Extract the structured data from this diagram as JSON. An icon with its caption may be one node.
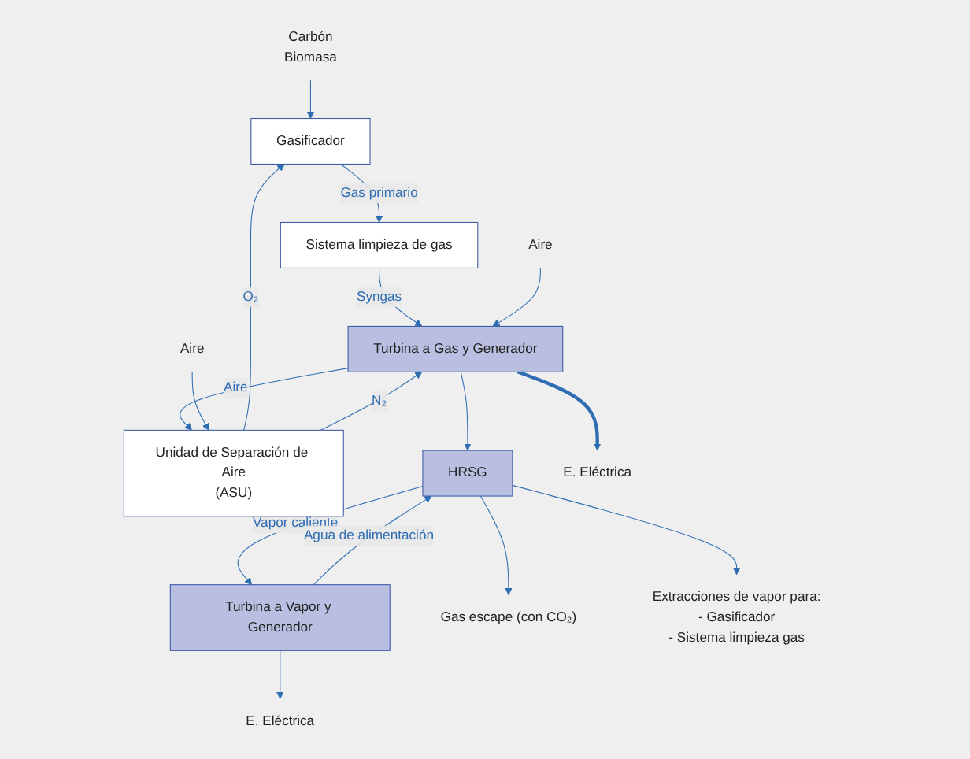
{
  "diagram": {
    "nodes": [
      {
        "text": [
          "Carbón",
          "Biomasa"
        ]
      },
      {
        "text": [
          "Gasificador"
        ]
      },
      {
        "text": [
          "Sistema limpieza de gas"
        ]
      },
      {
        "text": [
          "Turbina a Vapor y Generador"
        ]
      },
      {
        "text": [
          "E. Eléctrica"
        ]
      },
      {
        "text": [
          "Aire"
        ]
      },
      {
        "text": [
          "Unidad de Separación de Aire",
          "(ASU)"
        ]
      },
      {
        "text": [
          "Turbina a Gas y Generador"
        ]
      },
      {
        "text": [
          "HRSG"
        ]
      },
      {
        "text": [
          "Gas escape (con CO₂)"
        ]
      },
      {
        "text": [
          "Aire"
        ]
      },
      {
        "text": [
          "E. Eléctrica"
        ]
      },
      {
        "text": [
          "Extracciones de vapor para:",
          "- Gasificador",
          "- Sistema limpieza gas"
        ]
      }
    ],
    "edges": [
      {
        "from": 0,
        "to": 1,
        "arrow": "to"
      },
      {
        "from": 1,
        "to": 2,
        "arrow": "to",
        "label": "Gas primario"
      },
      {
        "from": 2,
        "to": 7,
        "arrow": "to",
        "label": "Syngas"
      },
      {
        "from": 5,
        "to": 7,
        "arrow": "to"
      },
      {
        "from": 6,
        "to": 1,
        "arrow": "to",
        "label": "O₂"
      },
      {
        "from": 6,
        "to": 7,
        "arrow": "to",
        "label": "N₂"
      },
      {
        "from": 7,
        "to": 6,
        "arrow": "to",
        "label": "Aire"
      },
      {
        "from": 10,
        "to": 6,
        "arrow": "to"
      },
      {
        "from": 7,
        "to": 11,
        "arrow": "to",
        "style": "thick"
      },
      {
        "from": 7,
        "to": 8,
        "arrow": "to"
      },
      {
        "from": 8,
        "to": 3,
        "arrow": "to",
        "label": "Vapor caliente"
      },
      {
        "from": 3,
        "to": 8,
        "arrow": "to",
        "label": "Agua de alimentación"
      },
      {
        "from": 3,
        "to": 4,
        "arrow": "to"
      },
      {
        "from": 8,
        "to": 9,
        "arrow": "to"
      },
      {
        "from": 8,
        "to": 12,
        "arrow": "to"
      }
    ]
  }
}
